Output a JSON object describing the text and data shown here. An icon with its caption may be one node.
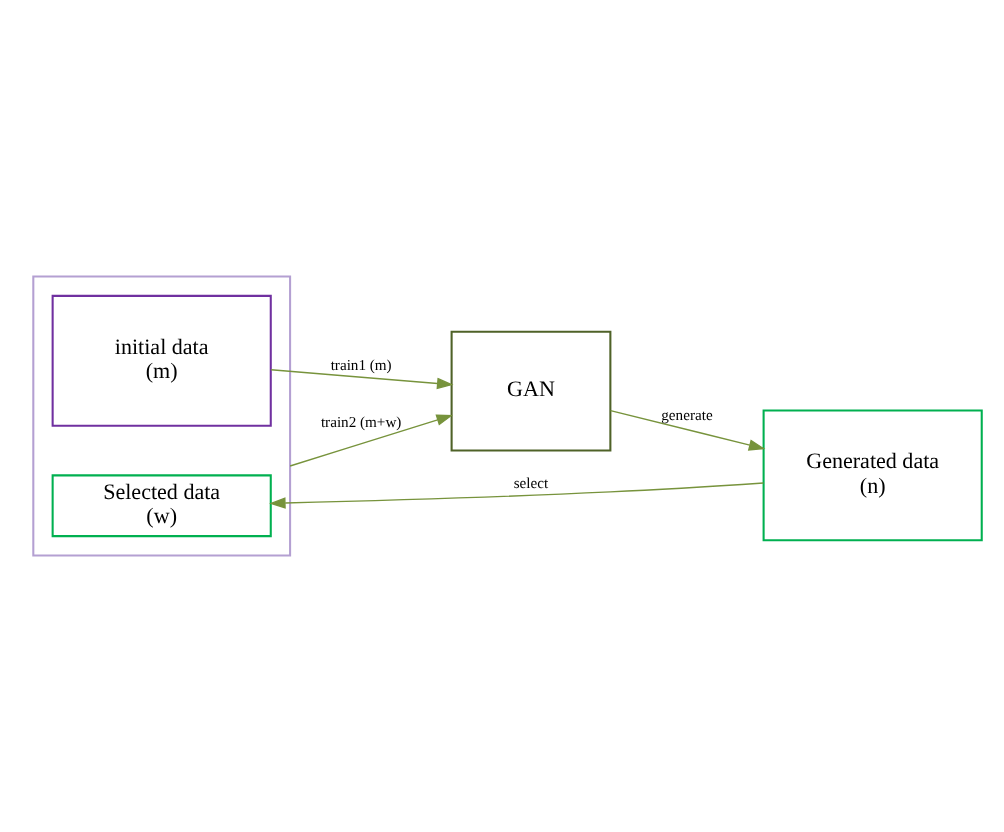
{
  "diagram": {
    "nodes": [
      {
        "text": [],
        "shape": "box"
      },
      {
        "text": [
          "initial data",
          "(m)"
        ],
        "in": 0
      },
      {
        "text": [
          "Selected data",
          "(w)"
        ],
        "in": 0
      },
      {
        "text": [
          "GAN"
        ]
      },
      {
        "text": [
          "Generated data",
          "(n)"
        ]
      }
    ],
    "edges": [
      {
        "from": 0,
        "to": 3,
        "arrow": "to",
        "label": "train2 (m+w)"
      },
      {
        "from": 1,
        "to": 3,
        "arrow": "to",
        "label": "train1 (m)"
      },
      {
        "from": 3,
        "to": 4,
        "arrow": "to",
        "label": "generate"
      },
      {
        "from": 4,
        "to": 2,
        "arrow": "to",
        "label": "select"
      }
    ]
  }
}
